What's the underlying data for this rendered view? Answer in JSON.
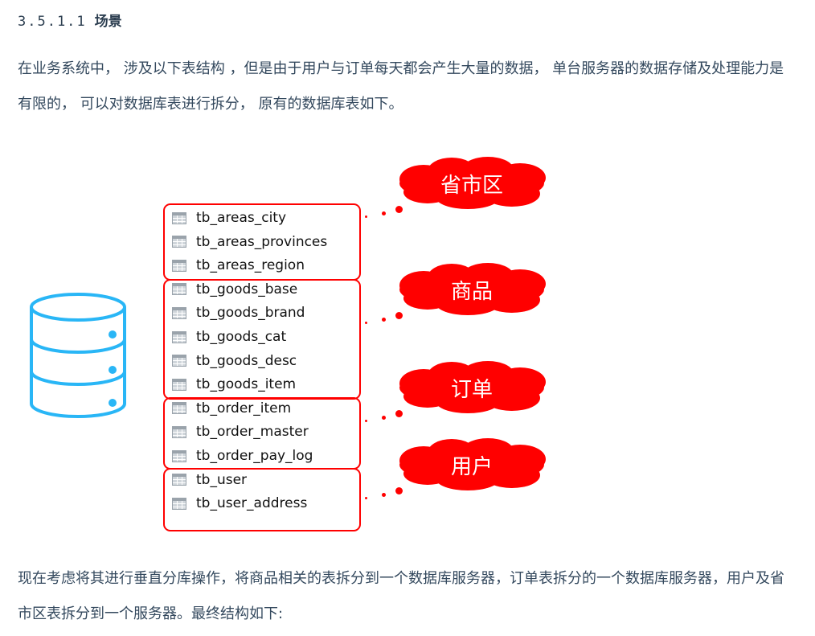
{
  "heading": {
    "number": "3.5.1.1",
    "title": "场景"
  },
  "intro": "在业务系统中， 涉及以下表结构 ，但是由于用户与订单每天都会产生大量的数据， 单台服务器的数据存储及处理能力是有限的， 可以对数据库表进行拆分， 原有的数据库表如下。",
  "groups": [
    {
      "label": "省市区",
      "tables": [
        "tb_areas_city",
        "tb_areas_provinces",
        "tb_areas_region"
      ]
    },
    {
      "label": "商品",
      "tables": [
        "tb_goods_base",
        "tb_goods_brand",
        "tb_goods_cat",
        "tb_goods_desc",
        "tb_goods_item"
      ]
    },
    {
      "label": "订单",
      "tables": [
        "tb_order_item",
        "tb_order_master",
        "tb_order_pay_log"
      ]
    },
    {
      "label": "用户",
      "tables": [
        "tb_user",
        "tb_user_address"
      ]
    }
  ],
  "outro": "现在考虑将其进行垂直分库操作，将商品相关的表拆分到一个数据库服务器，订单表拆分的一个数据库服务器，用户及省市区表拆分到一个服务器。最终结构如下:",
  "colors": {
    "accent": "#ff0000",
    "db": "#29b6f6"
  }
}
